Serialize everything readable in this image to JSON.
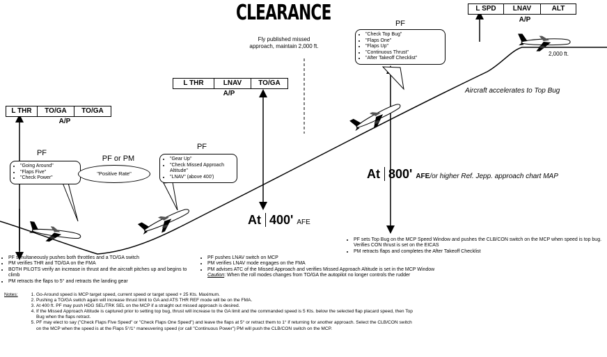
{
  "clearance": {
    "title": "CLEARANCE",
    "text_line1": "Fly published missed",
    "text_line2": "approach, maintain 2,000 ft."
  },
  "fma1": {
    "cells": [
      "L THR",
      "TO/GA",
      "TO/GA"
    ],
    "ap": "A/P"
  },
  "fma2": {
    "cells": [
      "L THR",
      "LNAV",
      "TO/GA"
    ],
    "ap": "A/P"
  },
  "fma3": {
    "cells": [
      "L SPD",
      "LNAV",
      "ALT"
    ],
    "ap": "A/P"
  },
  "phase1": {
    "role": "PF",
    "items": [
      "\"Going Around\"",
      "\"Flaps Five\"",
      "\"Check Power\""
    ]
  },
  "phase2": {
    "role": "PF or PM",
    "callout": "\"Positive Rate\""
  },
  "phase3": {
    "role": "PF",
    "items": [
      "\"Gear Up\"",
      "\"Check Missed Approach Altitude\"",
      "\"LNAV\" (above 400')"
    ]
  },
  "phase4": {
    "role": "PF",
    "items": [
      "\"Check Top Bug\"",
      "\"Flaps One\"",
      "\"Flaps Up\"",
      "\"Continuous Thrust\"",
      "\"After Takeoff Checklist\""
    ]
  },
  "altitude_label": "2,000 ft.",
  "accelerate_text": "Aircraft accelerates to Top Bug",
  "alt400": {
    "at": "At",
    "value": "400'",
    "suffix": "AFE"
  },
  "alt800": {
    "at": "At",
    "value": "800'",
    "suffix_bold": "AFE",
    "suffix_rest": "/or higher Ref. Jepp. approach chart MAP"
  },
  "actions_left": [
    "PF simultaneously pushes both throttles and a TO/GA switch",
    "PM verifies THR and TO/GA on the FMA",
    "BOTH PILOTS verify an increase in thrust and the aircraft pitches up and begins to climb",
    "PM retracts the flaps to 5° and retracts the landing gear"
  ],
  "actions_mid": [
    "PF pushes LNAV switch on MCP",
    "PM verifies LNAV mode engages on the FMA",
    "PM advises ATC of the Missed Approach and verifies Missed Approach Altitude is set in the MCP Window"
  ],
  "caution_label": "Caution",
  "caution_text": ": When the roll modes changes from TO/GA the autopilot no longer controls the rudder",
  "actions_right": [
    "PF sets Top Bug on the MCP Speed Window and pushes the CLB/CON switch on the MCP when speed is top bug. Verifies CON thrust is set on the EICAS",
    "PM retracts flaps and completes the After Takeoff Checklist"
  ],
  "notes_label": "Notes:",
  "notes": [
    "Go-Around speed is MCP target speed, current speed or target speed + 25 Kts. Maximum.",
    "Pushing a TO/GA switch again will increase thrust limit to GA and ATS THR REF mode will be on the FMA.",
    "At 400 ft. PF may push HDG SEL/TRK SEL on the MCP if a straight out missed approach is desired.",
    "If the Missed Approach Altitude is captured prior to setting top bug, thrust will increase to the GA limit and the commanded speed is 5 Kts. below the selected flap placard speed, then Top Bug when the flaps retract.",
    "PF may elect to say (\"Check Flaps Five Speed\" or \"Check Flaps One Speed\") and leave the flaps at 5° or retract them to 1° if returning for another approach.  Select the CLB/CON switch on the MCP when the speed is at the Flaps 5°/1° maneuvering speed (or call \"Continuous Power\") PM will push the CLB/CON switch on the MCP."
  ]
}
